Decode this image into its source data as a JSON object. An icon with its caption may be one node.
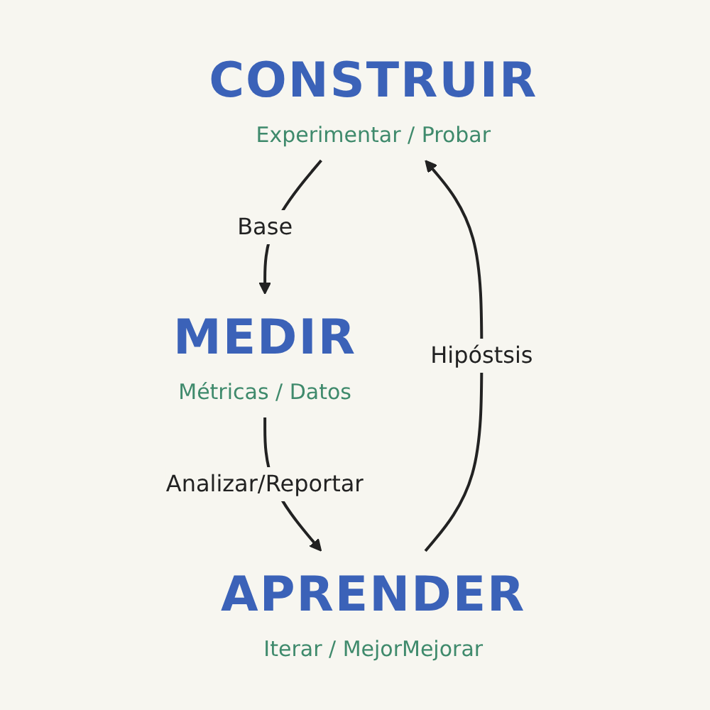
{
  "diagram": {
    "nodes": [
      {
        "text": [
          "CONSTRUIR",
          "Experimentar / Probar"
        ]
      },
      {
        "text": [
          "APRENDER",
          "Iterar / MejorMejorar"
        ]
      },
      {
        "text": [
          "MEDIR",
          "Métricas / Datos"
        ]
      }
    ],
    "edges": [
      {
        "from": 0,
        "to": 2,
        "arrow": "to",
        "label": "Base"
      },
      {
        "from": 2,
        "to": 1,
        "arrow": "to",
        "label": "Analizar/Reportar"
      },
      {
        "from": 1,
        "to": 0,
        "arrow": "to",
        "label": "Hipóstsis"
      }
    ]
  }
}
